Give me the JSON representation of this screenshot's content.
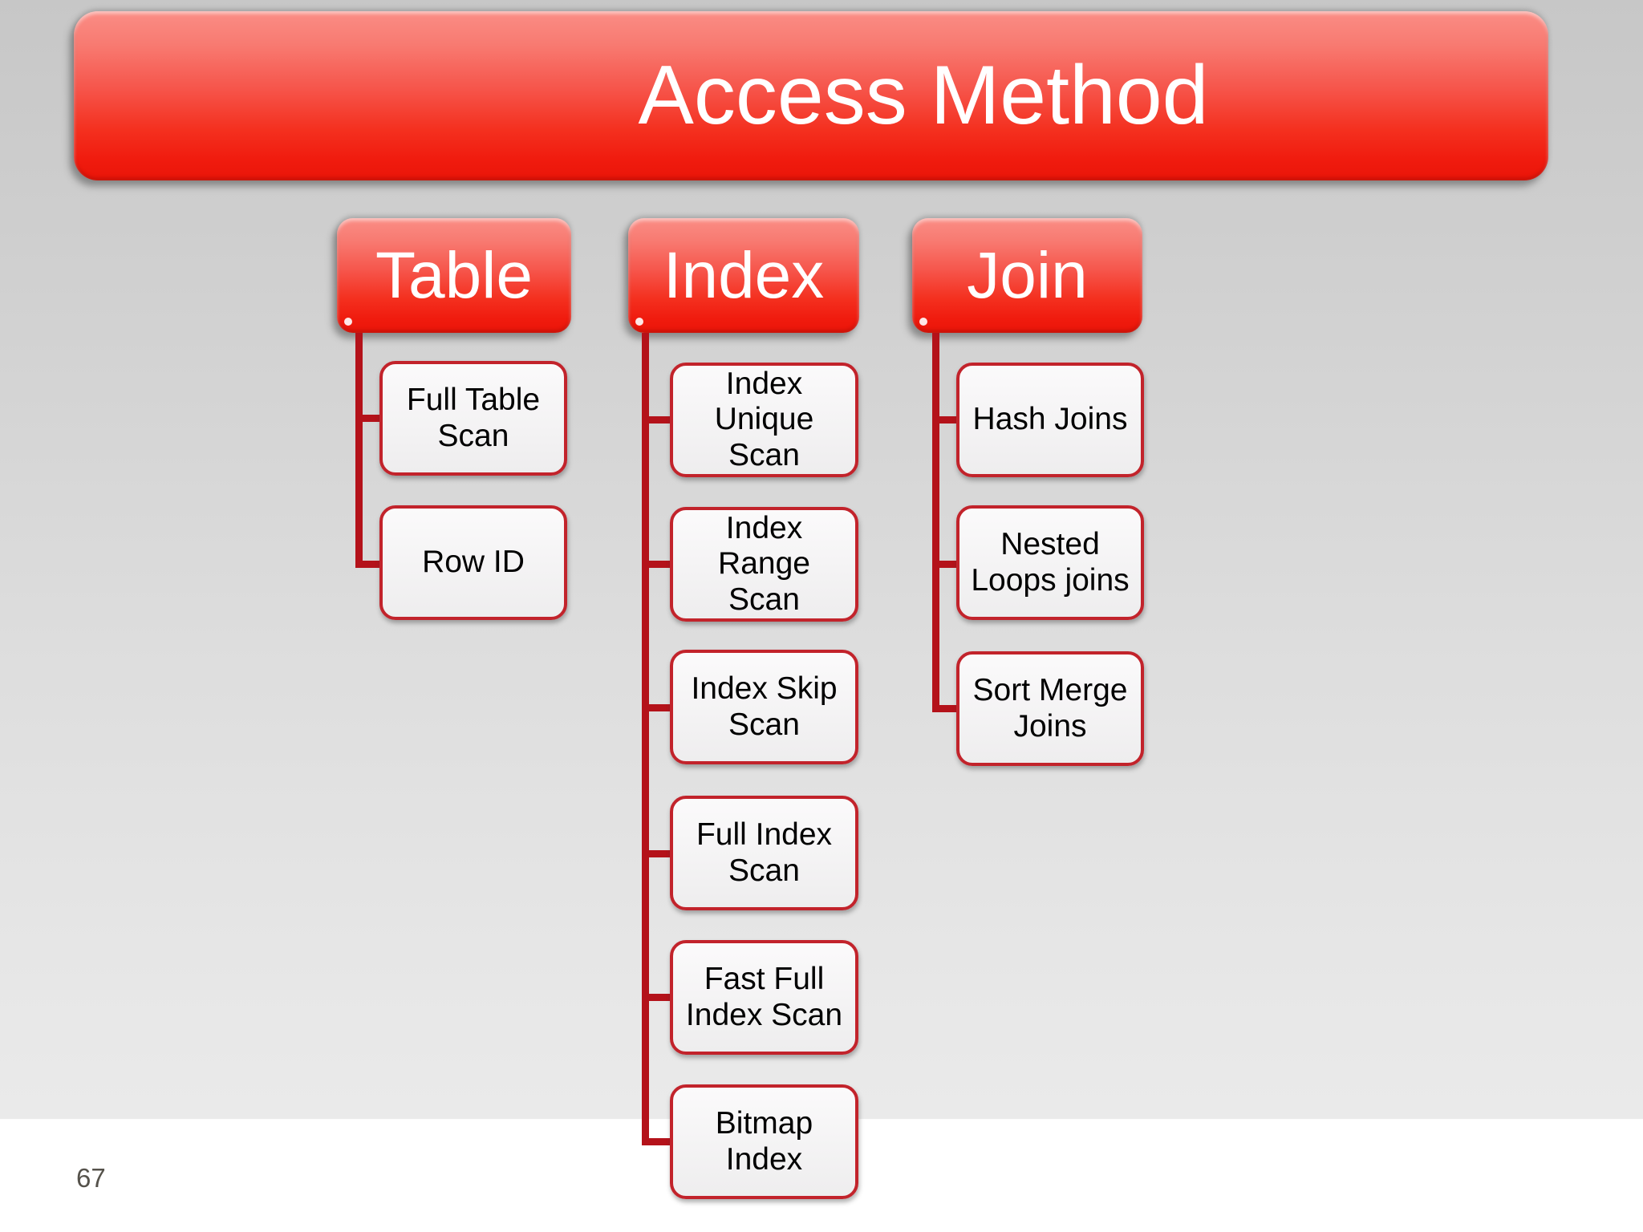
{
  "slide": {
    "title": "Access Method",
    "page_number": "67"
  },
  "colors": {
    "node_red_top": "#fa8d85",
    "node_red_bottom": "#ea1509",
    "child_border_red": "#c2232b",
    "connector_red": "#b4121a",
    "background_gray_top": "#c7c7c7",
    "background_white_bottom": "#ffffff",
    "title_text": "#ffffff",
    "child_text": "#000000"
  },
  "tree": {
    "branches": [
      {
        "label": "Table",
        "children": [
          {
            "label": "Full Table\nScan"
          },
          {
            "label": "Row ID"
          }
        ]
      },
      {
        "label": "Index",
        "children": [
          {
            "label": "Index\nUnique\nScan"
          },
          {
            "label": "Index\nRange\nScan"
          },
          {
            "label": "Index Skip\nScan"
          },
          {
            "label": "Full Index\nScan"
          },
          {
            "label": "Fast Full\nIndex Scan"
          },
          {
            "label": "Bitmap\nIndex"
          }
        ]
      },
      {
        "label": "Join",
        "children": [
          {
            "label": "Hash Joins"
          },
          {
            "label": "Nested\nLoops joins"
          },
          {
            "label": "Sort Merge\nJoins"
          }
        ]
      }
    ]
  }
}
